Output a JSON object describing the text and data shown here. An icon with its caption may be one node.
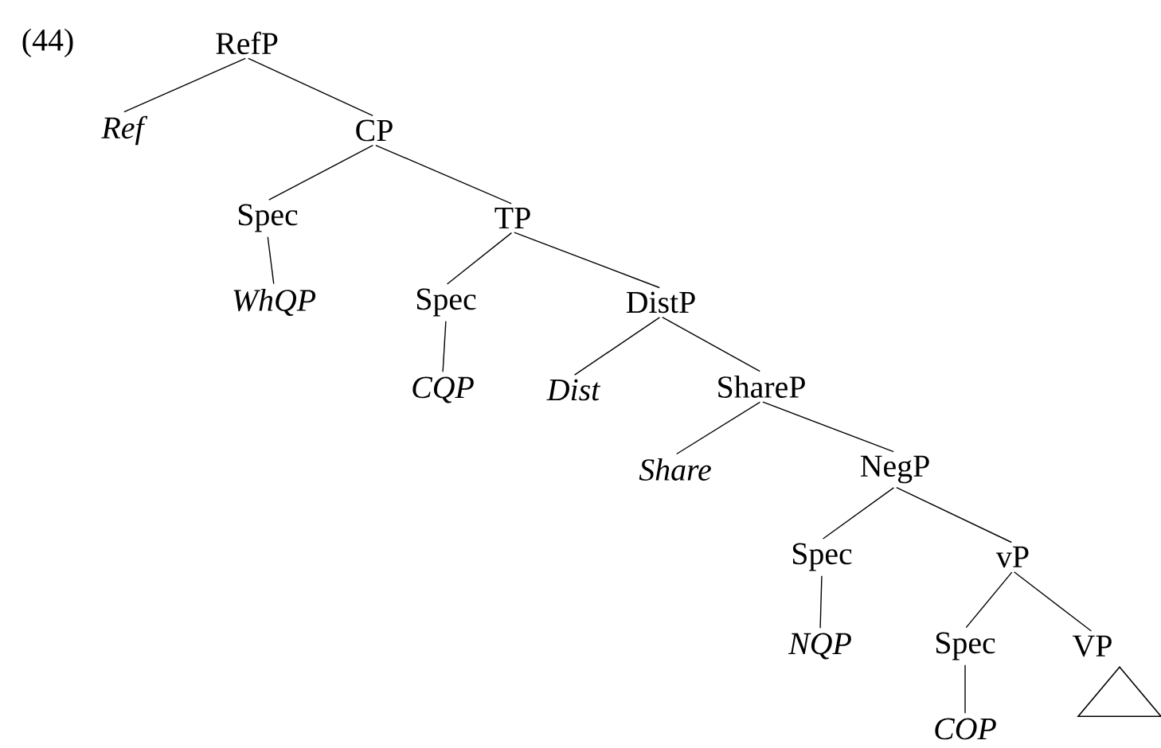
{
  "diagram": {
    "nodes": [
      {
        "text": [
          "RefP"
        ]
      },
      {
        "text": [
          "Ref"
        ]
      },
      {
        "text": [
          "CP"
        ]
      },
      {
        "text": [
          "Spec"
        ]
      },
      {
        "text": [
          "TP"
        ]
      },
      {
        "text": [
          "WhQP"
        ]
      },
      {
        "text": [
          "Spec"
        ]
      },
      {
        "text": [
          "DistP"
        ]
      },
      {
        "text": [
          "CQP"
        ]
      },
      {
        "text": [
          "Dist"
        ]
      },
      {
        "text": [
          "ShareP"
        ]
      },
      {
        "text": [
          "Share"
        ]
      },
      {
        "text": [
          "NegP"
        ]
      },
      {
        "text": [
          "Spec"
        ]
      },
      {
        "text": [
          "vP"
        ]
      },
      {
        "text": [
          "NQP"
        ]
      },
      {
        "text": [
          "Spec"
        ]
      },
      {
        "text": [
          "VP"
        ]
      },
      {
        "text": [],
        "shape": "triangle"
      },
      {
        "text": [
          "COP"
        ]
      }
    ],
    "edges": [
      {
        "from": 0,
        "to": 1,
        "arrow": "none"
      },
      {
        "from": 0,
        "to": 2,
        "arrow": "none"
      },
      {
        "from": 2,
        "to": 3,
        "arrow": "none"
      },
      {
        "from": 2,
        "to": 4,
        "arrow": "none"
      },
      {
        "from": 3,
        "to": 5,
        "arrow": "none"
      },
      {
        "from": 4,
        "to": 6,
        "arrow": "none"
      },
      {
        "from": 4,
        "to": 7,
        "arrow": "none"
      },
      {
        "from": 6,
        "to": 8,
        "arrow": "none"
      },
      {
        "from": 7,
        "to": 9,
        "arrow": "none"
      },
      {
        "from": 7,
        "to": 10,
        "arrow": "none"
      },
      {
        "from": 10,
        "to": 11,
        "arrow": "none"
      },
      {
        "from": 10,
        "to": 12,
        "arrow": "none"
      },
      {
        "from": 12,
        "to": 13,
        "arrow": "none"
      },
      {
        "from": 12,
        "to": 14,
        "arrow": "none"
      },
      {
        "from": 13,
        "to": 15,
        "arrow": "none"
      },
      {
        "from": 14,
        "to": 16,
        "arrow": "none"
      },
      {
        "from": 14,
        "to": 17,
        "arrow": "none"
      },
      {
        "from": 16,
        "to": 19,
        "arrow": "none"
      }
    ],
    "labels": [
      "(44)"
    ]
  }
}
